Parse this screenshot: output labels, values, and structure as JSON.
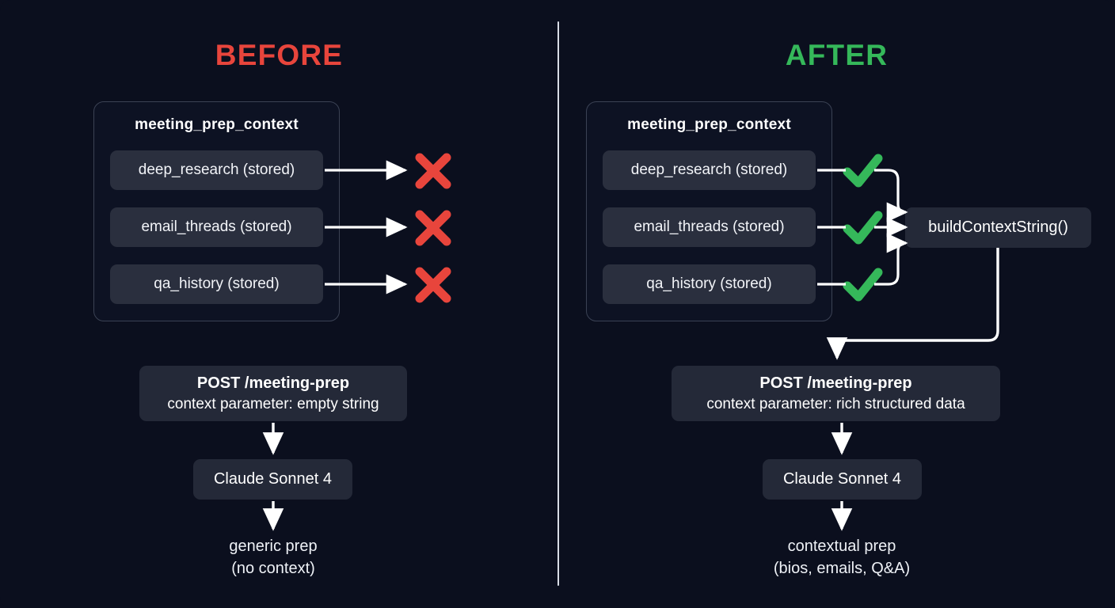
{
  "page": {
    "background": "#0b0f1e",
    "divider": "vertical-divider"
  },
  "panels": {
    "before": {
      "title": "BEFORE",
      "title_color": "#e8453c",
      "context_card": {
        "title": "meeting_prep_context",
        "items": [
          {
            "label": "deep_research (stored)",
            "status_icon": "red-x-icon",
            "status": "dropped"
          },
          {
            "label": "email_threads (stored)",
            "status_icon": "red-x-icon",
            "status": "dropped"
          },
          {
            "label": "qa_history (stored)",
            "status_icon": "red-x-icon",
            "status": "dropped"
          }
        ]
      },
      "request": {
        "method_path": "POST /meeting-prep",
        "detail": "context parameter: empty string"
      },
      "model": "Claude Sonnet 4",
      "output_line1": "generic prep",
      "output_line2": "(no context)"
    },
    "after": {
      "title": "AFTER",
      "title_color": "#35b85a",
      "context_card": {
        "title": "meeting_prep_context",
        "items": [
          {
            "label": "deep_research (stored)",
            "status_icon": "green-check-icon",
            "status": "passed"
          },
          {
            "label": "email_threads (stored)",
            "status_icon": "green-check-icon",
            "status": "passed"
          },
          {
            "label": "qa_history (stored)",
            "status_icon": "green-check-icon",
            "status": "passed"
          }
        ]
      },
      "builder": "buildContextString()",
      "request": {
        "method_path": "POST /meeting-prep",
        "detail": "context parameter: rich structured data"
      },
      "model": "Claude Sonnet 4",
      "output_line1": "contextual prep",
      "output_line2": "(bios, emails, Q&A)"
    }
  },
  "colors": {
    "error": "#e8453c",
    "success": "#35b85a",
    "node_bg": "#242938",
    "item_bg": "#2a2f3e",
    "card_border": "#3b4254",
    "wire": "#ffffff"
  }
}
